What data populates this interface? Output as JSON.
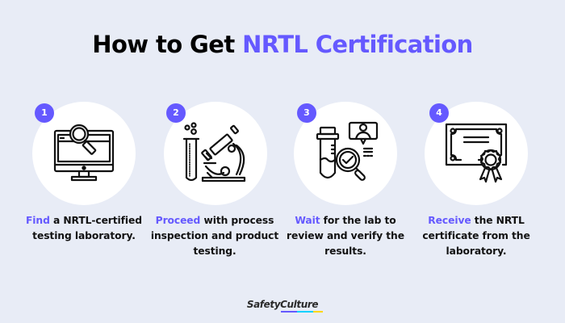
{
  "header": {
    "title_prefix": "How to Get ",
    "title_accent": "NRTL Certification"
  },
  "colors": {
    "background": "#e8ecf6",
    "accent": "#6559ff",
    "circle": "#ffffff",
    "text": "#111111"
  },
  "steps": [
    {
      "number": "1",
      "icon": "computer-search-icon",
      "highlight": "Find",
      "text": " a NRTL-certified testing laboratory."
    },
    {
      "number": "2",
      "icon": "microscope-test-tube-icon",
      "highlight": "Proceed",
      "text": " with process inspection and product testing."
    },
    {
      "number": "3",
      "icon": "lab-review-verify-icon",
      "highlight": "Wait",
      "text": " for the lab to review and verify the results."
    },
    {
      "number": "4",
      "icon": "certificate-icon",
      "highlight": "Receive",
      "text": " the NRTL certificate from the laboratory."
    }
  ],
  "footer": {
    "logo_text": "SafetyCulture",
    "logo_bar_colors": [
      "#6559ff",
      "#00d1ff",
      "#ffd700"
    ]
  }
}
